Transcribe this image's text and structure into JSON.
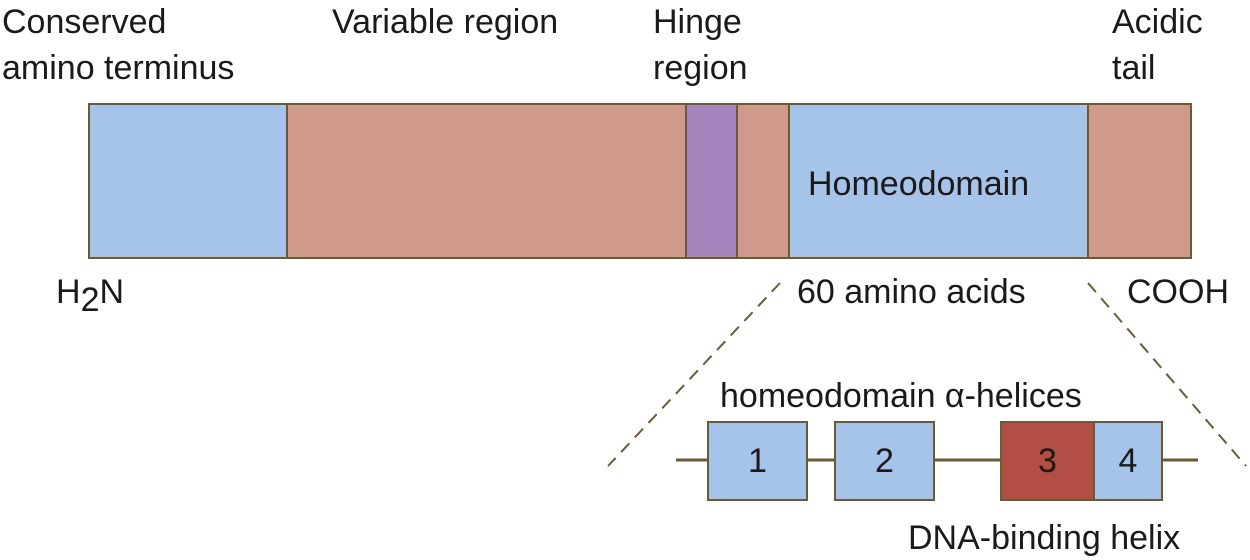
{
  "colors": {
    "blue": "#a6c3ea",
    "salmon": "#cf9a8b",
    "purple": "#a584bd",
    "dark_red": "#b34e44",
    "outline": "#6b5a35"
  },
  "labels": {
    "conserved_line1": "Conserved",
    "conserved_line2": "amino terminus",
    "variable": "Variable region",
    "hinge_line1": "Hinge",
    "hinge_line2": "region",
    "acidic_line1": "Acidic",
    "acidic_line2": "tail",
    "homeodomain": "Homeodomain",
    "h2n_h": "H",
    "h2n_sub": "2",
    "h2n_n": "N",
    "sixty_aa": "60 amino acids",
    "cooh": "COOH",
    "helices_title": "homeodomain α-helices",
    "dna_binding": "DNA-binding helix"
  },
  "helices": [
    {
      "label": "1",
      "color": "blue"
    },
    {
      "label": "2",
      "color": "blue"
    },
    {
      "label": "3",
      "color": "dark_red"
    },
    {
      "label": "4",
      "color": "blue"
    }
  ]
}
